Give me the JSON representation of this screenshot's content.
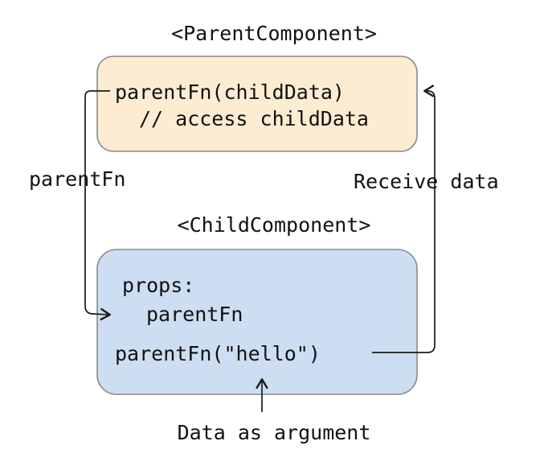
{
  "diagram": {
    "parent": {
      "title": "<ParentComponent>",
      "code_line1": "parentFn(childData)",
      "code_line2": "// access childData",
      "box_fill": "#fcecd2",
      "box_stroke": "#8a8a8a"
    },
    "child": {
      "title": "<ChildComponent>",
      "props_label": "props:",
      "props_value": "parentFn",
      "call_line": "parentFn(\"hello\")",
      "box_fill": "#cdddf2",
      "box_stroke": "#8a8a8a"
    },
    "labels": {
      "left_arrow": "parentFn",
      "right_arrow": "Receive data",
      "bottom_arrow": "Data as argument"
    },
    "arrow_color": "#1a1a1a"
  }
}
